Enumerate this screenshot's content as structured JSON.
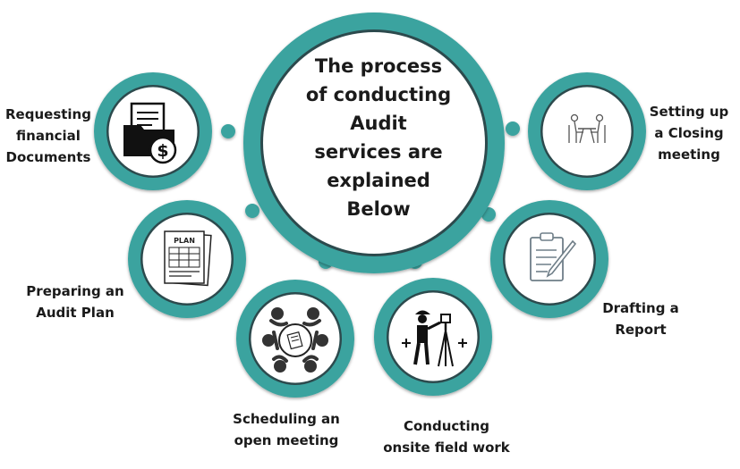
{
  "title_lines": [
    "The process",
    "of conducting",
    "Audit",
    "services are",
    "explained",
    "Below"
  ],
  "steps": [
    {
      "id": "requesting",
      "lines": [
        "Requesting",
        "financial",
        "Documents"
      ],
      "icon": "folder-dollar-icon"
    },
    {
      "id": "plan",
      "lines": [
        "Preparing an",
        "Audit Plan"
      ],
      "icon": "plan-document-icon",
      "icon_text": "PLAN"
    },
    {
      "id": "open-meeting",
      "lines": [
        "Scheduling an",
        "open meeting"
      ],
      "icon": "round-table-meeting-icon"
    },
    {
      "id": "field-work",
      "lines": [
        "Conducting",
        "onsite field work"
      ],
      "icon": "surveyor-icon"
    },
    {
      "id": "report",
      "lines": [
        "Drafting a",
        "Report"
      ],
      "icon": "clipboard-pen-icon"
    },
    {
      "id": "closing",
      "lines": [
        "Setting up",
        "a Closing",
        "meeting"
      ],
      "icon": "two-people-table-icon"
    }
  ],
  "colors": {
    "teal": "#3aa39f",
    "dark_ring": "#2c4a4d",
    "text": "#1a1a1a"
  }
}
